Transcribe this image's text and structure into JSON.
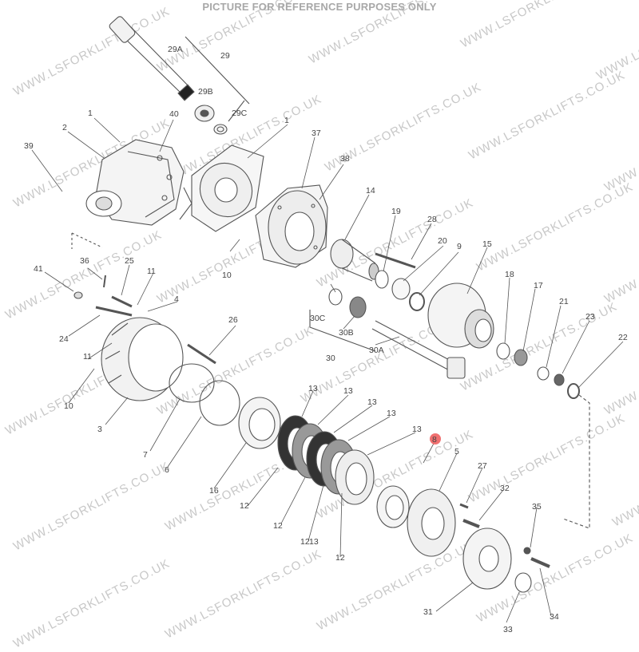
{
  "banner": "PICTURE FOR REFERENCE PURPOSES ONLY",
  "watermark": "WWW.LSFORKLIFTS.CO.UK",
  "colors": {
    "line": "#555555",
    "marker": "#f07070",
    "watermark": "#c8c8c8",
    "banner": "#a8a8a8"
  },
  "callouts": [
    "1",
    "1",
    "2",
    "3",
    "4",
    "5",
    "6",
    "7",
    "8",
    "9",
    "10",
    "10",
    "11",
    "11",
    "12",
    "12",
    "12",
    "12",
    "13",
    "13",
    "13",
    "13",
    "13",
    "13",
    "14",
    "15",
    "16",
    "17",
    "18",
    "19",
    "20",
    "21",
    "22",
    "23",
    "24",
    "25",
    "26",
    "27",
    "28",
    "29",
    "29A",
    "29B",
    "29C",
    "30",
    "30A",
    "30B",
    "30C",
    "31",
    "32",
    "33",
    "34",
    "35",
    "36",
    "37",
    "38",
    "39",
    "40",
    "41"
  ]
}
